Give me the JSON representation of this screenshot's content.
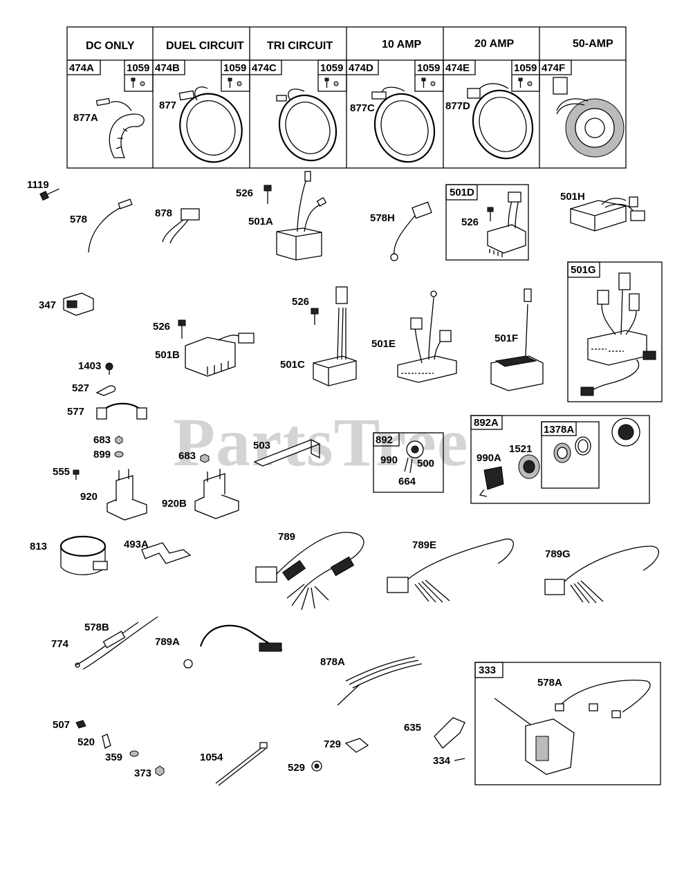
{
  "watermark": "PartsTree",
  "header_table": {
    "columns": [
      {
        "title": "DC ONLY",
        "kit": "474A",
        "hw": "1059",
        "stator": "877A"
      },
      {
        "title": "DUEL CIRCUIT",
        "kit": "474B",
        "hw": "1059",
        "stator": "877"
      },
      {
        "title": "TRI CIRCUIT",
        "kit": "474C",
        "hw": "1059",
        "stator": ""
      },
      {
        "title": "10 AMP",
        "kit": "474D",
        "hw": "1059",
        "stator": "877C"
      },
      {
        "title": "20 AMP",
        "kit": "474E",
        "hw": "1059",
        "stator": "877D"
      },
      {
        "title": "50-AMP",
        "kit": "474F",
        "hw": "",
        "stator": ""
      }
    ]
  },
  "boxes": {
    "b501d": {
      "title": "501D",
      "items": [
        "526"
      ]
    },
    "b501g": {
      "title": "501G"
    },
    "b892": {
      "title": "892",
      "items": [
        "990",
        "500",
        "664"
      ]
    },
    "b892a": {
      "title": "892A",
      "sub": "1378A",
      "items": [
        "990A",
        "1521"
      ]
    },
    "b333": {
      "title": "333",
      "items": [
        "578A"
      ]
    }
  },
  "parts": {
    "p1119": "1119",
    "p578": "578",
    "p878": "878",
    "p526a": "526",
    "p501a": "501A",
    "p578h": "578H",
    "p501h": "501H",
    "p347": "347",
    "p526b": "526",
    "p501b": "501B",
    "p526c": "526",
    "p501c": "501C",
    "p501e": "501E",
    "p501f": "501F",
    "p1403": "1403",
    "p527": "527",
    "p577": "577",
    "p683a": "683",
    "p899": "899",
    "p555": "555",
    "p920": "920",
    "p683b": "683",
    "p920b": "920B",
    "p503": "503",
    "p813": "813",
    "p493a": "493A",
    "p789": "789",
    "p789e": "789E",
    "p789g": "789G",
    "p578b": "578B",
    "p774": "774",
    "p789a": "789A",
    "p878a": "878A",
    "p507": "507",
    "p520": "520",
    "p359": "359",
    "p373": "373",
    "p1054": "1054",
    "p729": "729",
    "p529": "529",
    "p635": "635",
    "p334": "334"
  }
}
